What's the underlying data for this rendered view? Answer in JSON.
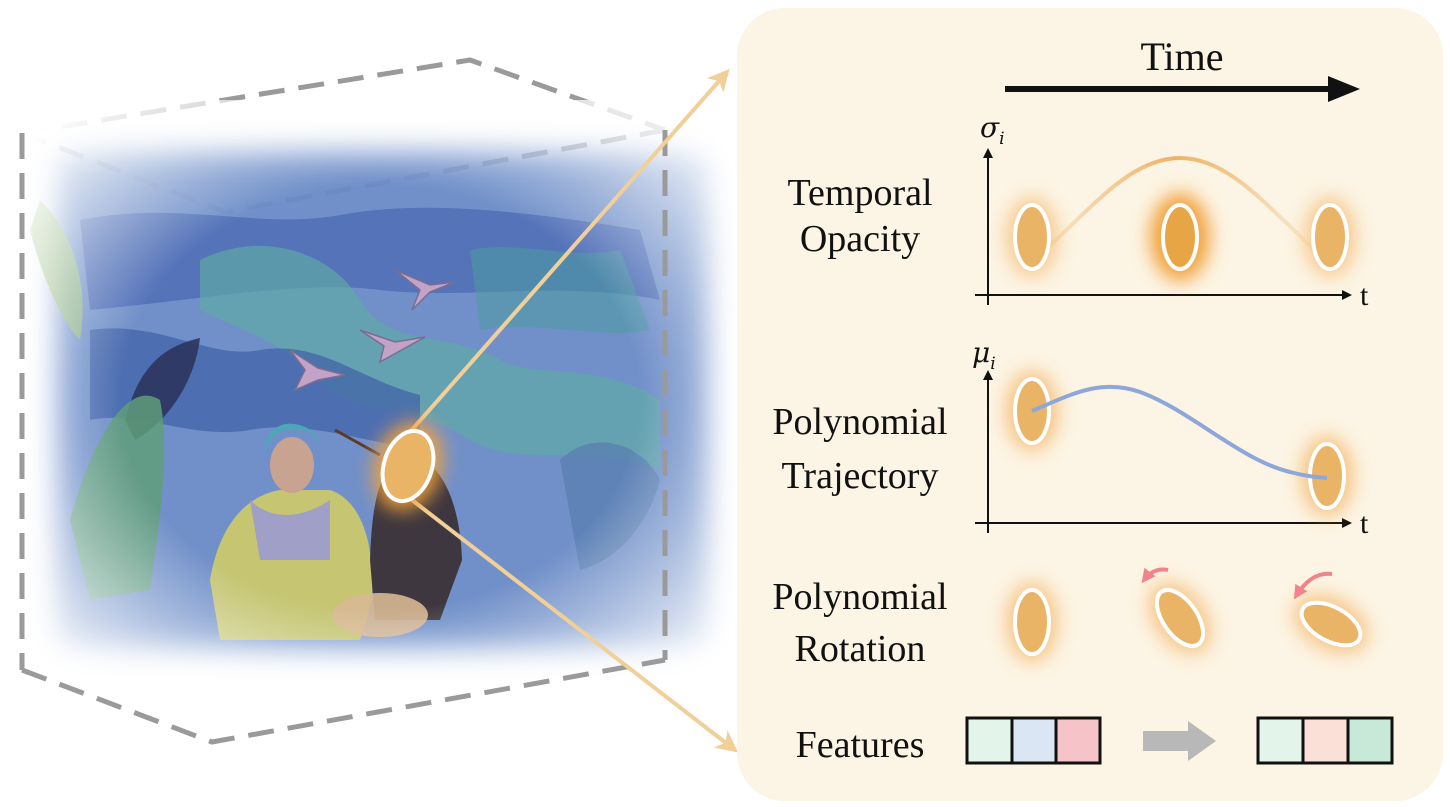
{
  "time_label": "Time",
  "rows": {
    "opacity": {
      "line1": "Temporal",
      "line2": "Opacity",
      "y_symbol": "σ",
      "y_sub": "i",
      "x_symbol": "t"
    },
    "trajectory": {
      "line1": "Polynomial",
      "line2": "Trajectory",
      "y_symbol": "μ",
      "y_sub": "i",
      "x_symbol": "t"
    },
    "rotation": {
      "line1": "Polynomial",
      "line2": "Rotation"
    },
    "features": {
      "label": "Features"
    }
  },
  "features": {
    "before": [
      "#e3f4ea",
      "#dbe6f4",
      "#f6c4c8"
    ],
    "after": [
      "#e3f4ea",
      "#fbe0d8",
      "#c8e8d8"
    ]
  },
  "colors": {
    "panel_bg": "#fcf4e4",
    "gaussian_fill": "#eab467",
    "gaussian_glow": "#f2a23c",
    "opacity_curve": "#eeb266",
    "trajectory_curve": "#8ea6d8",
    "rotation_arrow": "#f0848a",
    "cube_dash": "#9a9a9a",
    "connector": "#f0cf98",
    "features_arrow": "#b8b8b8"
  }
}
